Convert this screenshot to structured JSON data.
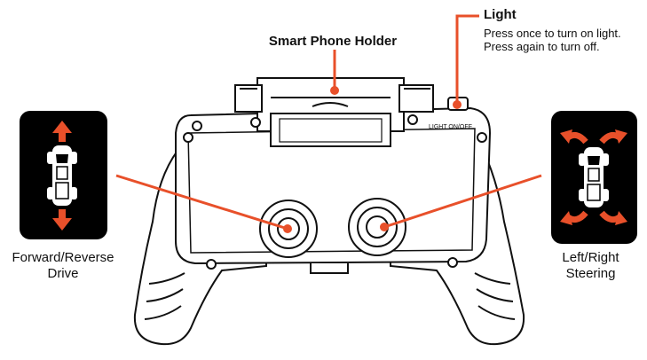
{
  "colors": {
    "accent": "#e8502a",
    "panel": "#000000",
    "outline": "#111111"
  },
  "labels": {
    "light_title": "Light",
    "light_line1": "Press once to turn on light.",
    "light_line2": "Press again to turn off.",
    "holder": "Smart Phone Holder",
    "forward_line1": "Forward/Reverse",
    "forward_line2": "Drive",
    "leftright_line1": "Left/Right",
    "leftright_line2": "Steering",
    "light_button": "LIGHT ON/OFF"
  },
  "icons": {
    "left_panel": "forward-reverse-car-icon",
    "right_panel": "steering-car-icon"
  }
}
